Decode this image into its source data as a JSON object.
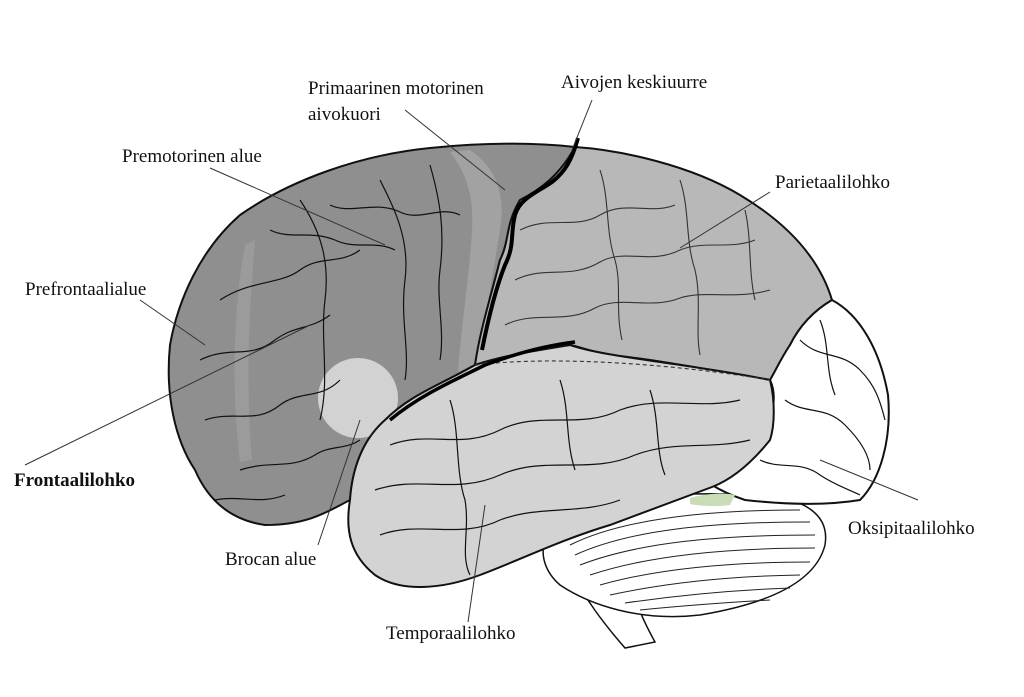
{
  "colors": {
    "frontal": "#8f8f8f",
    "frontal_highlight": "#a3a3a3",
    "premotor_band": "#a9a9a9",
    "parietal": "#b8b8b8",
    "temporal": "#d3d3d3",
    "occipital": "#ffffff",
    "broca": "#d2d2d2",
    "cerebellum": "#ffffff",
    "brainstem": "#ffffff",
    "outline": "#111111",
    "leader": "#333333",
    "green_tint": "#c9dcb8"
  },
  "labels": {
    "primary_motor_1": "Primaarinen motorinen",
    "primary_motor_2": "aivokuori",
    "central_sulcus": "Aivojen keskiuurre",
    "premotor": "Premotorinen alue",
    "parietal": "Parietaalilohko",
    "prefrontal": "Prefrontaalialue",
    "frontal": "Frontaalilohko",
    "broca": "Brocan alue",
    "temporal": "Temporaalilohko",
    "occipital": "Oksipitaalilohko"
  }
}
